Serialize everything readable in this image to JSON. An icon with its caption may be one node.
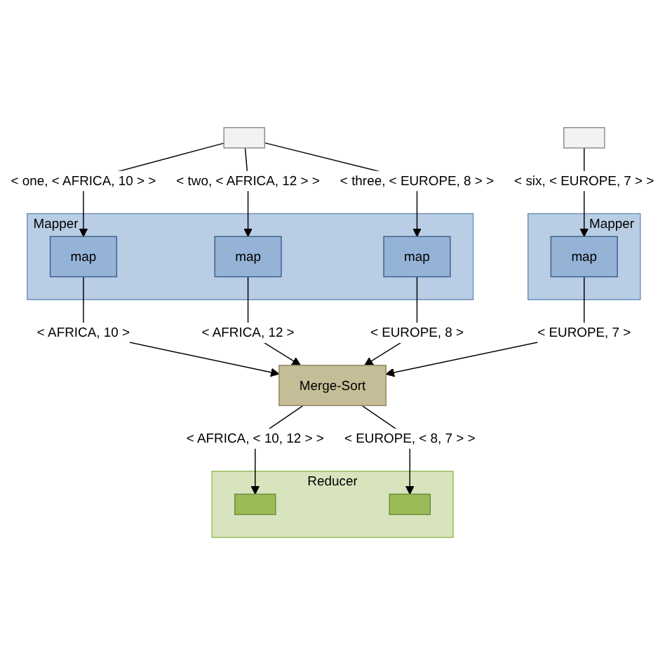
{
  "diagram": {
    "nodes": [
      {
        "text": [],
        "shape": "box"
      },
      {
        "text": [],
        "shape": "box"
      },
      {
        "text": [
          "Mapper"
        ]
      },
      {
        "text": [
          "map"
        ],
        "in": 2
      },
      {
        "text": [
          "map"
        ],
        "in": 2
      },
      {
        "text": [
          "map"
        ],
        "in": 2
      },
      {
        "text": [
          "Mapper"
        ]
      },
      {
        "text": [
          "map"
        ],
        "in": 6
      },
      {
        "text": [
          "Merge-Sort"
        ]
      },
      {
        "text": [
          "Reducer"
        ]
      },
      {
        "text": [],
        "shape": "box",
        "in": 9
      },
      {
        "text": [],
        "shape": "box",
        "in": 9
      }
    ],
    "edges": [
      {
        "from": 0,
        "to": 3,
        "arrow": "to",
        "label": "< one, < AFRICA, 10 > >"
      },
      {
        "from": 0,
        "to": 4,
        "arrow": "to",
        "label": "< two, < AFRICA, 12 > >"
      },
      {
        "from": 0,
        "to": 5,
        "arrow": "to",
        "label": "< three, < EUROPE, 8 > >"
      },
      {
        "from": 1,
        "to": 7,
        "arrow": "to",
        "label": "< six, < EUROPE, 7 > >"
      },
      {
        "from": 3,
        "to": 8,
        "arrow": "to",
        "label": "< AFRICA, 10 >"
      },
      {
        "from": 4,
        "to": 8,
        "arrow": "to",
        "label": "< AFRICA, 12 >"
      },
      {
        "from": 5,
        "to": 8,
        "arrow": "to",
        "label": "< EUROPE, 8 >"
      },
      {
        "from": 7,
        "to": 8,
        "arrow": "to",
        "label": "< EUROPE, 7 >"
      },
      {
        "from": 8,
        "to": 10,
        "arrow": "to",
        "label": "< AFRICA, < 10, 12 > >"
      },
      {
        "from": 8,
        "to": 11,
        "arrow": "to",
        "label": "< EUROPE, < 8, 7 > >"
      }
    ]
  }
}
